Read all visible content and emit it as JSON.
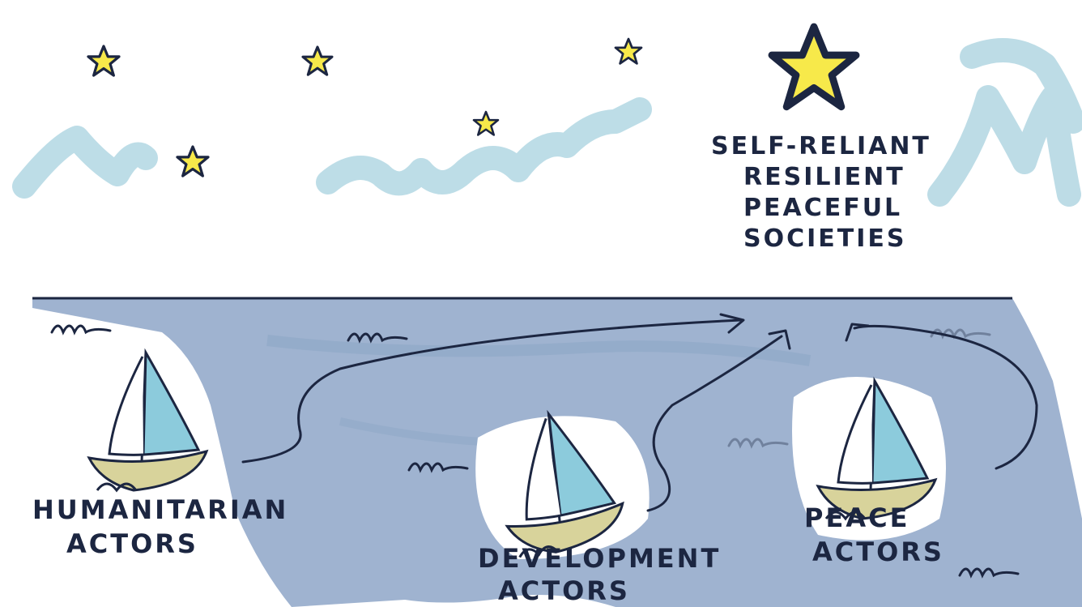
{
  "goal": {
    "lines": [
      "SELF-RELIANT",
      "RESILIENT",
      "PEACEFUL",
      "SOCIETIES"
    ]
  },
  "actors": {
    "humanitarian": [
      "HUMANITARIAN",
      "ACTORS"
    ],
    "development": [
      "DEVELOPMENT",
      "ACTORS"
    ],
    "peace": [
      "PEACE",
      "ACTORS"
    ]
  },
  "colors": {
    "sky_wash": "#b6d9e4",
    "sea": "#9fb3d0",
    "sea_shadow": "#8ea7c6",
    "ink": "#1c2641",
    "star": "#f7e94a",
    "sail": "#8ccbdc",
    "hull": "#d8d39b"
  }
}
